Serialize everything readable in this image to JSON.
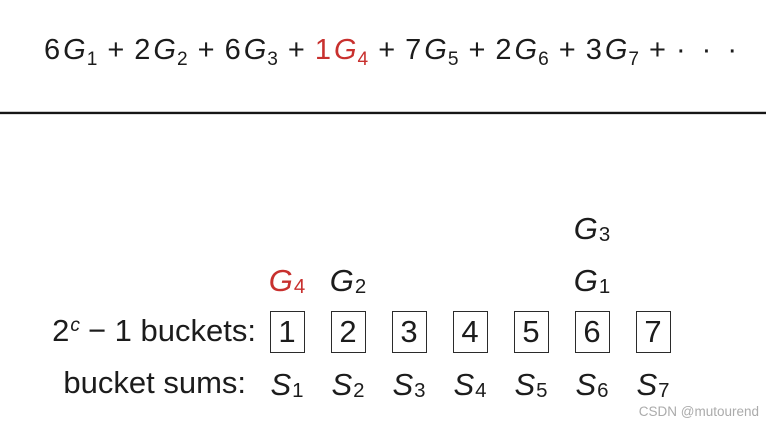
{
  "formula": {
    "operator": "+",
    "dots": "· · ·",
    "terms": [
      {
        "coef": "6",
        "var": "G",
        "sub": "1"
      },
      {
        "coef": "2",
        "var": "G",
        "sub": "2"
      },
      {
        "coef": "6",
        "var": "G",
        "sub": "3"
      },
      {
        "coef": "1",
        "var": "G",
        "sub": "4",
        "highlight": true
      },
      {
        "coef": "7",
        "var": "G",
        "sub": "5"
      },
      {
        "coef": "2",
        "var": "G",
        "sub": "6"
      },
      {
        "coef": "3",
        "var": "G",
        "sub": "7"
      }
    ]
  },
  "diagram": {
    "buckets_label": {
      "base": "2",
      "sup": "c",
      "rest": "− 1 buckets:"
    },
    "sums_label": "bucket sums:",
    "buckets": [
      {
        "number": "1",
        "lower": {
          "var": "G",
          "sub": "4",
          "highlight": true
        },
        "sum": {
          "var": "S",
          "sub": "1"
        }
      },
      {
        "number": "2",
        "lower": {
          "var": "G",
          "sub": "2"
        },
        "sum": {
          "var": "S",
          "sub": "2"
        }
      },
      {
        "number": "3",
        "sum": {
          "var": "S",
          "sub": "3"
        }
      },
      {
        "number": "4",
        "sum": {
          "var": "S",
          "sub": "4"
        }
      },
      {
        "number": "5",
        "sum": {
          "var": "S",
          "sub": "5"
        }
      },
      {
        "number": "6",
        "upper": {
          "var": "G",
          "sub": "3"
        },
        "lower": {
          "var": "G",
          "sub": "1"
        },
        "sum": {
          "var": "S",
          "sub": "6"
        }
      },
      {
        "number": "7",
        "sum": {
          "var": "S",
          "sub": "7"
        }
      }
    ]
  },
  "watermark": "CSDN @mutourend",
  "colors": {
    "highlight_red": "#c8302e",
    "text": "#1c1c1c",
    "rule": "#161616",
    "box_border": "#2b2b2b",
    "watermark": "#ababab",
    "background": "#ffffff"
  }
}
